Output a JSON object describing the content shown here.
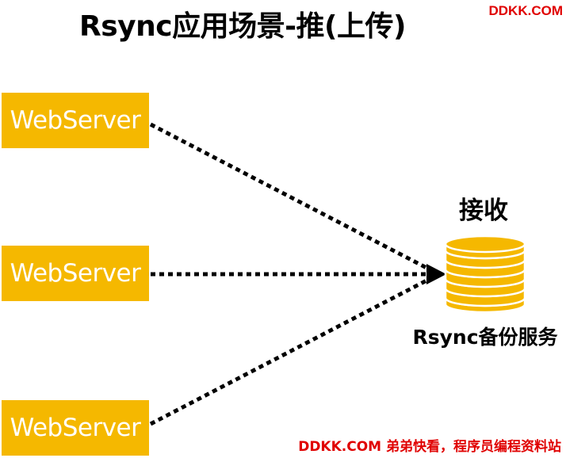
{
  "title": "Rsync应用场景-推(上传)",
  "watermark_top": "DDKK.COM",
  "watermark_bottom": "DDKK.COM 弟弟快看，程序员编程资料站",
  "servers": [
    {
      "label": "WebServer"
    },
    {
      "label": "WebServer"
    },
    {
      "label": "WebServer"
    }
  ],
  "target": {
    "top_label": "接收",
    "bottom_label": "Rsync备份服务"
  },
  "colors": {
    "server_fill": "#f5b800",
    "database_fill": "#f5b800",
    "watermark": "#e00000",
    "arrow": "#000000"
  },
  "icons": {
    "database": "database-icon",
    "arrowhead": "arrowhead-icon"
  }
}
